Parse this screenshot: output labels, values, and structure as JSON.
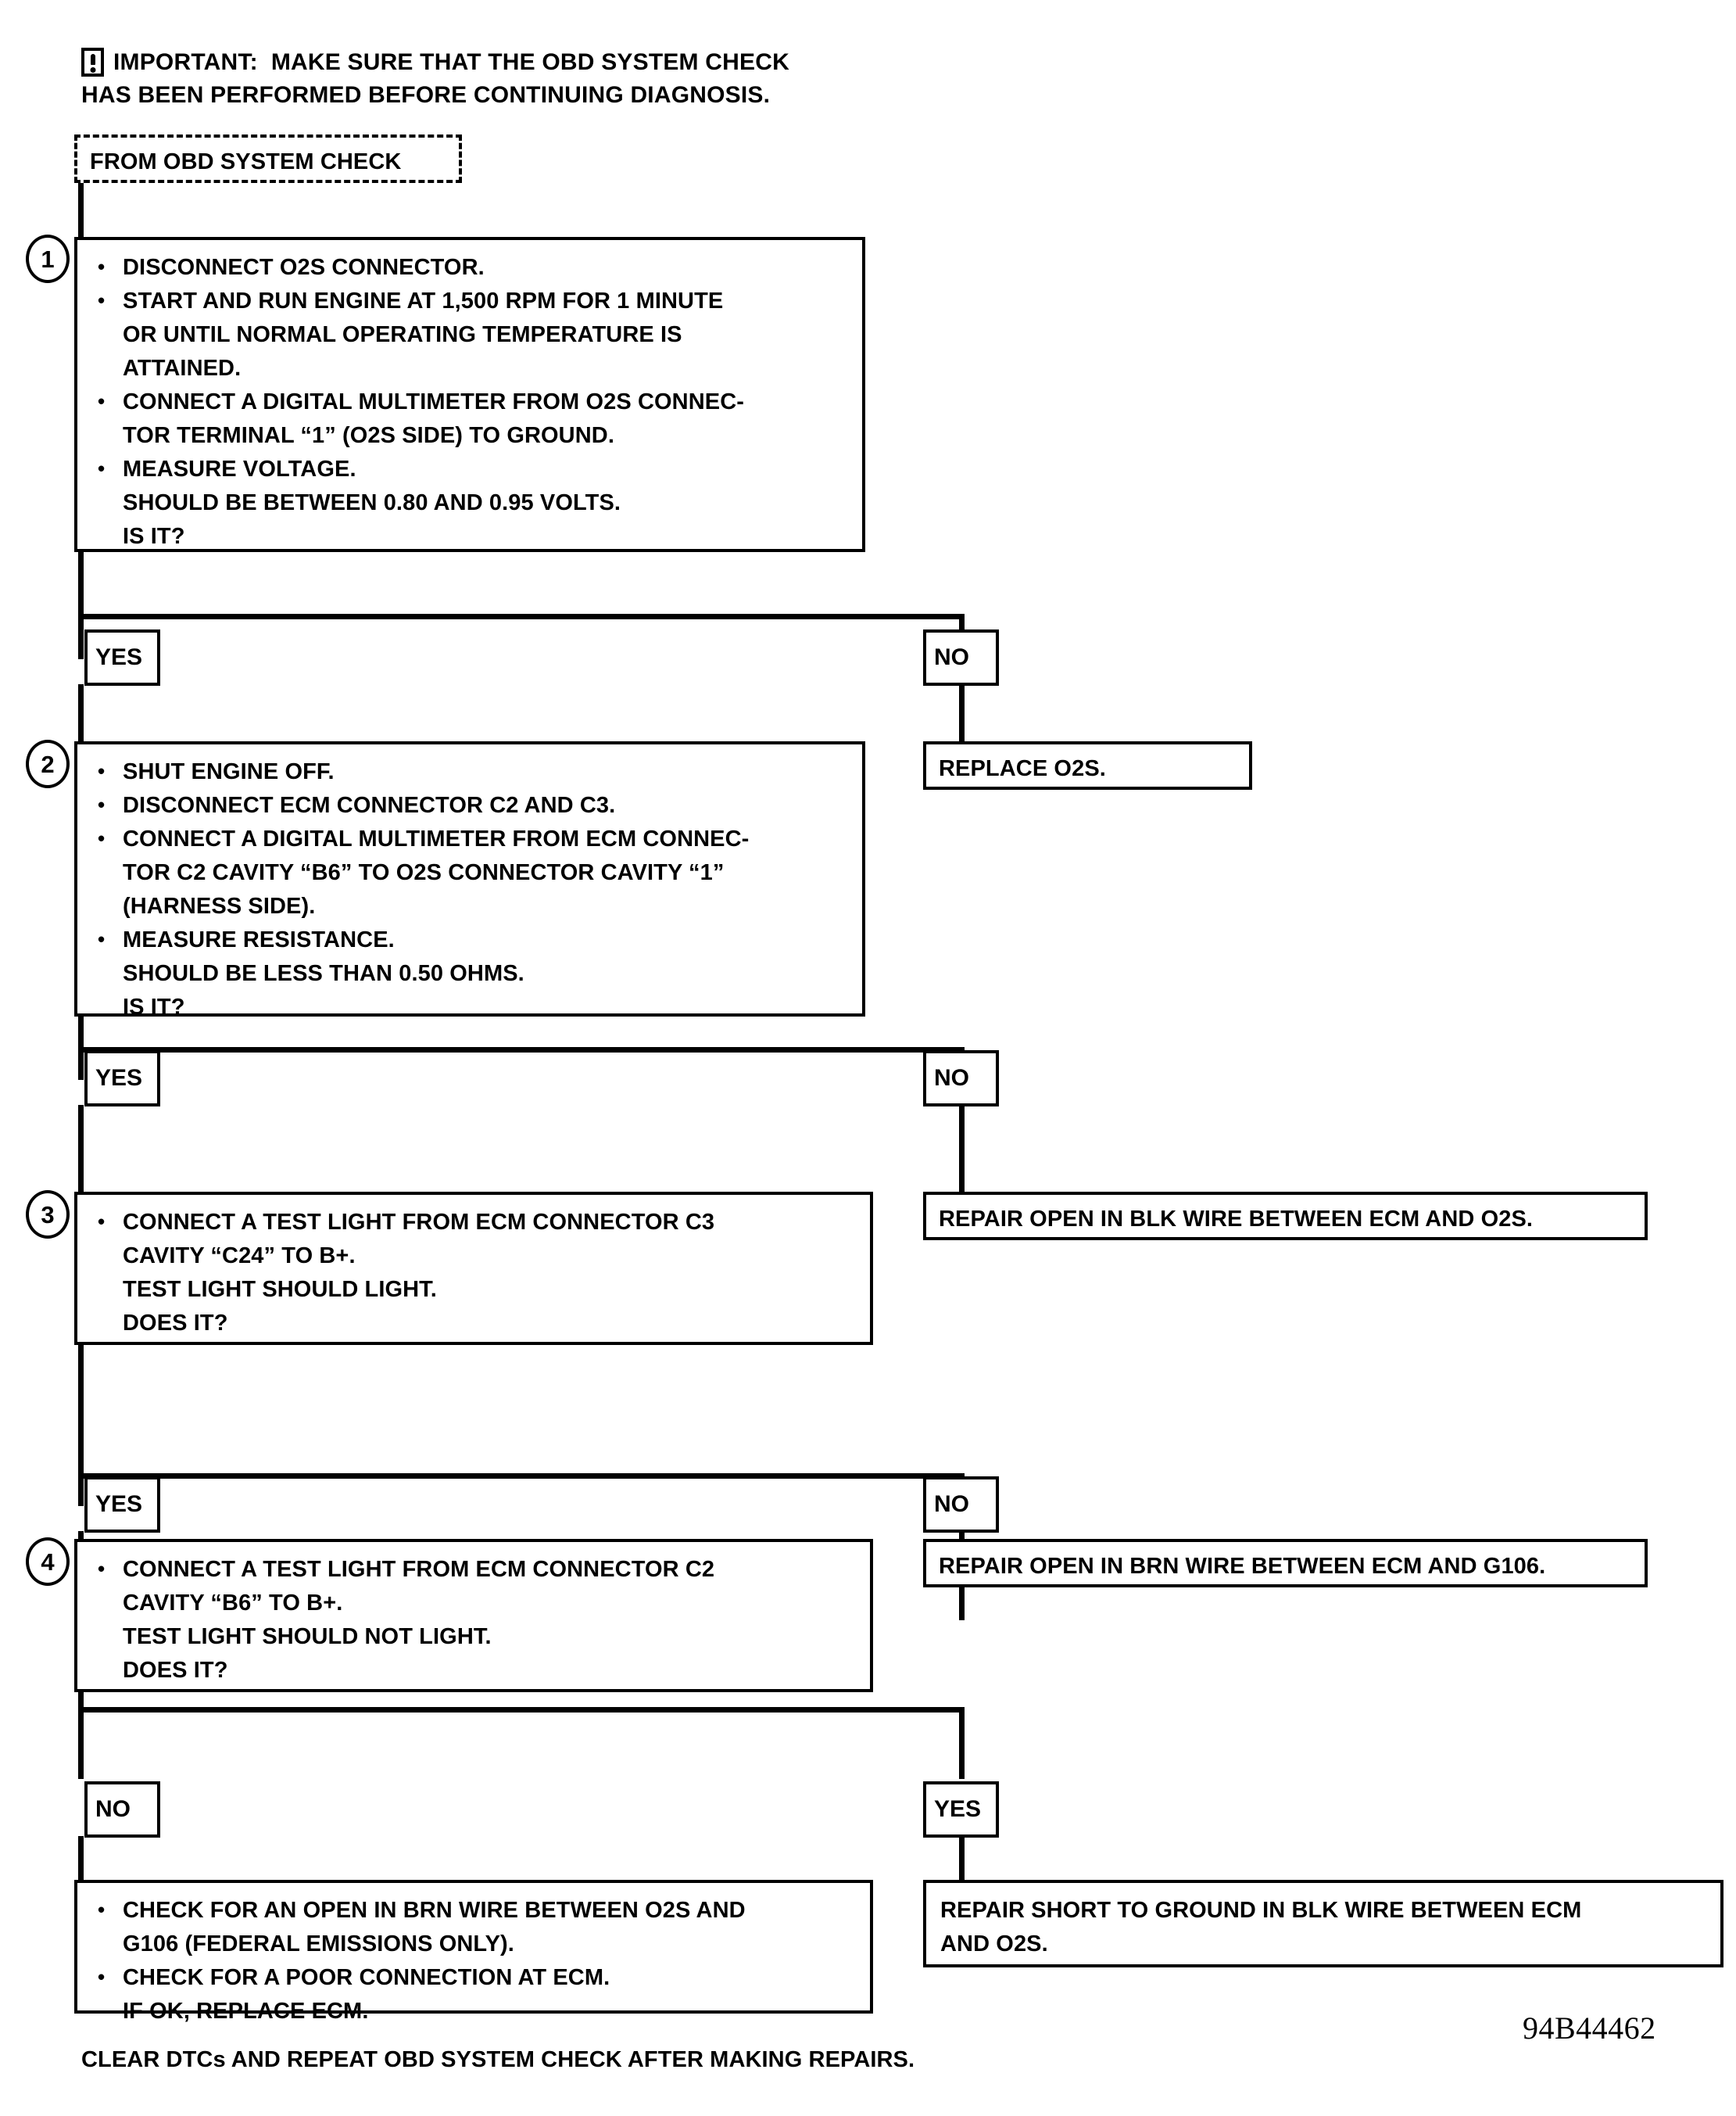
{
  "page": {
    "background_color": "#ffffff",
    "ink_color": "#000000"
  },
  "notice": {
    "icon": "important-exclamation-icon",
    "line1": "IMPORTANT:  MAKE SURE THAT THE OBD SYSTEM CHECK",
    "line2": "HAS BEEN PERFORMED BEFORE CONTINUING DIAGNOSIS."
  },
  "entry": {
    "label": "FROM OBD SYSTEM CHECK"
  },
  "steps": [
    {
      "number": "1",
      "bullets": [
        [
          "DISCONNECT O2S CONNECTOR."
        ],
        [
          "START AND RUN ENGINE AT 1,500 RPM FOR 1 MINUTE",
          "OR UNTIL NORMAL OPERATING TEMPERATURE IS",
          "ATTAINED."
        ],
        [
          "CONNECT A DIGITAL MULTIMETER FROM O2S CONNEC-",
          "TOR TERMINAL “1” (O2S SIDE) TO GROUND."
        ],
        [
          "MEASURE VOLTAGE.",
          "SHOULD BE BETWEEN 0.80 AND 0.95 VOLTS.",
          "IS IT?"
        ]
      ]
    },
    {
      "number": "2",
      "bullets": [
        [
          "SHUT ENGINE OFF."
        ],
        [
          "DISCONNECT ECM CONNECTOR C2 AND C3."
        ],
        [
          "CONNECT A DIGITAL MULTIMETER FROM ECM CONNEC-",
          "TOR C2 CAVITY “B6” TO O2S CONNECTOR CAVITY “1”",
          "(HARNESS SIDE)."
        ],
        [
          "MEASURE RESISTANCE.",
          "SHOULD BE LESS THAN 0.50 OHMS.",
          "IS IT?"
        ]
      ]
    },
    {
      "number": "3",
      "bullets": [
        [
          "CONNECT A TEST LIGHT FROM ECM CONNECTOR C3",
          "CAVITY “C24” TO B+.",
          "TEST LIGHT SHOULD LIGHT.",
          "DOES IT?"
        ]
      ]
    },
    {
      "number": "4",
      "bullets": [
        [
          "CONNECT A TEST LIGHT FROM ECM CONNECTOR C2",
          "CAVITY “B6” TO B+.",
          "TEST LIGHT SHOULD NOT LIGHT.",
          "DOES IT?"
        ]
      ]
    }
  ],
  "final_left": {
    "bullets": [
      [
        "CHECK FOR AN OPEN IN BRN WIRE BETWEEN O2S AND",
        "G106 (FEDERAL EMISSIONS ONLY)."
      ],
      [
        "CHECK FOR A POOR CONNECTION AT ECM.",
        "IF OK, REPLACE ECM."
      ]
    ]
  },
  "branches": [
    {
      "left_label": "YES",
      "right_label": "NO"
    },
    {
      "left_label": "YES",
      "right_label": "NO"
    },
    {
      "left_label": "YES",
      "right_label": "NO"
    },
    {
      "left_label": "NO",
      "right_label": "YES"
    }
  ],
  "results": [
    {
      "lines": [
        "REPLACE O2S."
      ]
    },
    {
      "lines": [
        "REPAIR OPEN IN BLK WIRE BETWEEN ECM AND O2S."
      ]
    },
    {
      "lines": [
        "REPAIR OPEN IN BRN WIRE BETWEEN ECM AND G106."
      ]
    },
    {
      "lines": [
        "REPAIR SHORT TO GROUND IN BLK WIRE BETWEEN ECM",
        "AND O2S."
      ]
    }
  ],
  "footer": {
    "note": "CLEAR DTCs AND REPEAT OBD SYSTEM CHECK AFTER MAKING REPAIRS.",
    "part_number": "94B44462"
  }
}
